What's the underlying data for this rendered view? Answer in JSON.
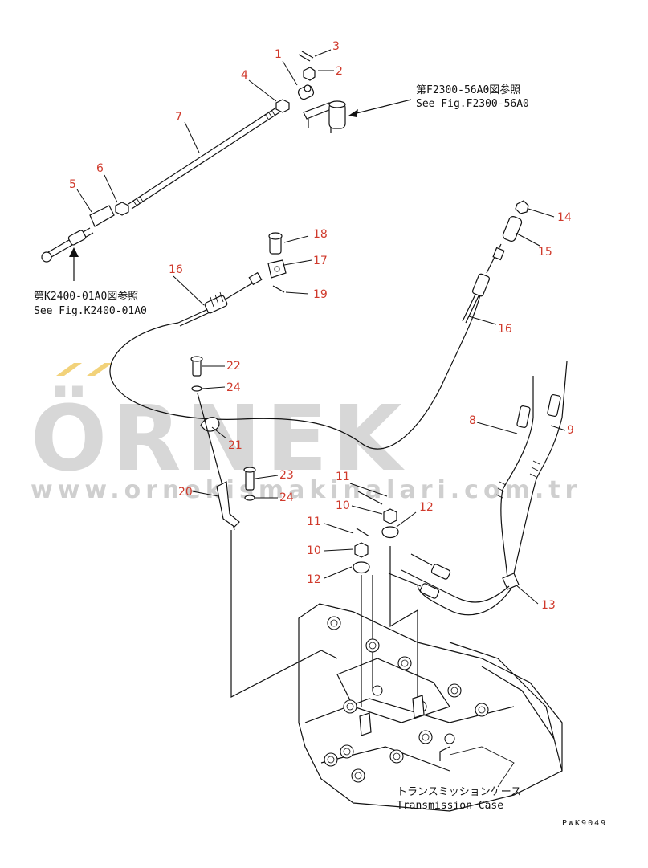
{
  "diagram": {
    "refs": {
      "f2300_jp": "第F2300-56A0図参照",
      "f2300_en": "See Fig.F2300-56A0",
      "k2400_jp": "第K2400-01A0図参照",
      "k2400_en": "See Fig.K2400-01A0",
      "case_jp": "トランスミッションケース",
      "case_en": "Transmission Case"
    },
    "drawing_code": "PWK9049",
    "watermark": {
      "brand": "ÖRNEK",
      "url": "www.ornekismakinalari.com.tr"
    },
    "callouts": [
      {
        "id": "c1",
        "label": "1"
      },
      {
        "id": "c2",
        "label": "2"
      },
      {
        "id": "c3",
        "label": "3"
      },
      {
        "id": "c4",
        "label": "4"
      },
      {
        "id": "c5",
        "label": "5"
      },
      {
        "id": "c6",
        "label": "6"
      },
      {
        "id": "c7",
        "label": "7"
      },
      {
        "id": "c8",
        "label": "8"
      },
      {
        "id": "c9",
        "label": "9"
      },
      {
        "id": "c10a",
        "label": "10"
      },
      {
        "id": "c10b",
        "label": "10"
      },
      {
        "id": "c11a",
        "label": "11"
      },
      {
        "id": "c11b",
        "label": "11"
      },
      {
        "id": "c12a",
        "label": "12"
      },
      {
        "id": "c12b",
        "label": "12"
      },
      {
        "id": "c13",
        "label": "13"
      },
      {
        "id": "c14",
        "label": "14"
      },
      {
        "id": "c15",
        "label": "15"
      },
      {
        "id": "c16a",
        "label": "16"
      },
      {
        "id": "c16b",
        "label": "16"
      },
      {
        "id": "c17",
        "label": "17"
      },
      {
        "id": "c18",
        "label": "18"
      },
      {
        "id": "c19",
        "label": "19"
      },
      {
        "id": "c20",
        "label": "20"
      },
      {
        "id": "c21",
        "label": "21"
      },
      {
        "id": "c22",
        "label": "22"
      },
      {
        "id": "c23",
        "label": "23"
      },
      {
        "id": "c24a",
        "label": "24"
      },
      {
        "id": "c24b",
        "label": "24"
      }
    ],
    "colors": {
      "callout": "#d03a2c",
      "line": "#111111",
      "watermark": "#d7d7d7",
      "watermark_accent": "#f2d27a"
    }
  }
}
